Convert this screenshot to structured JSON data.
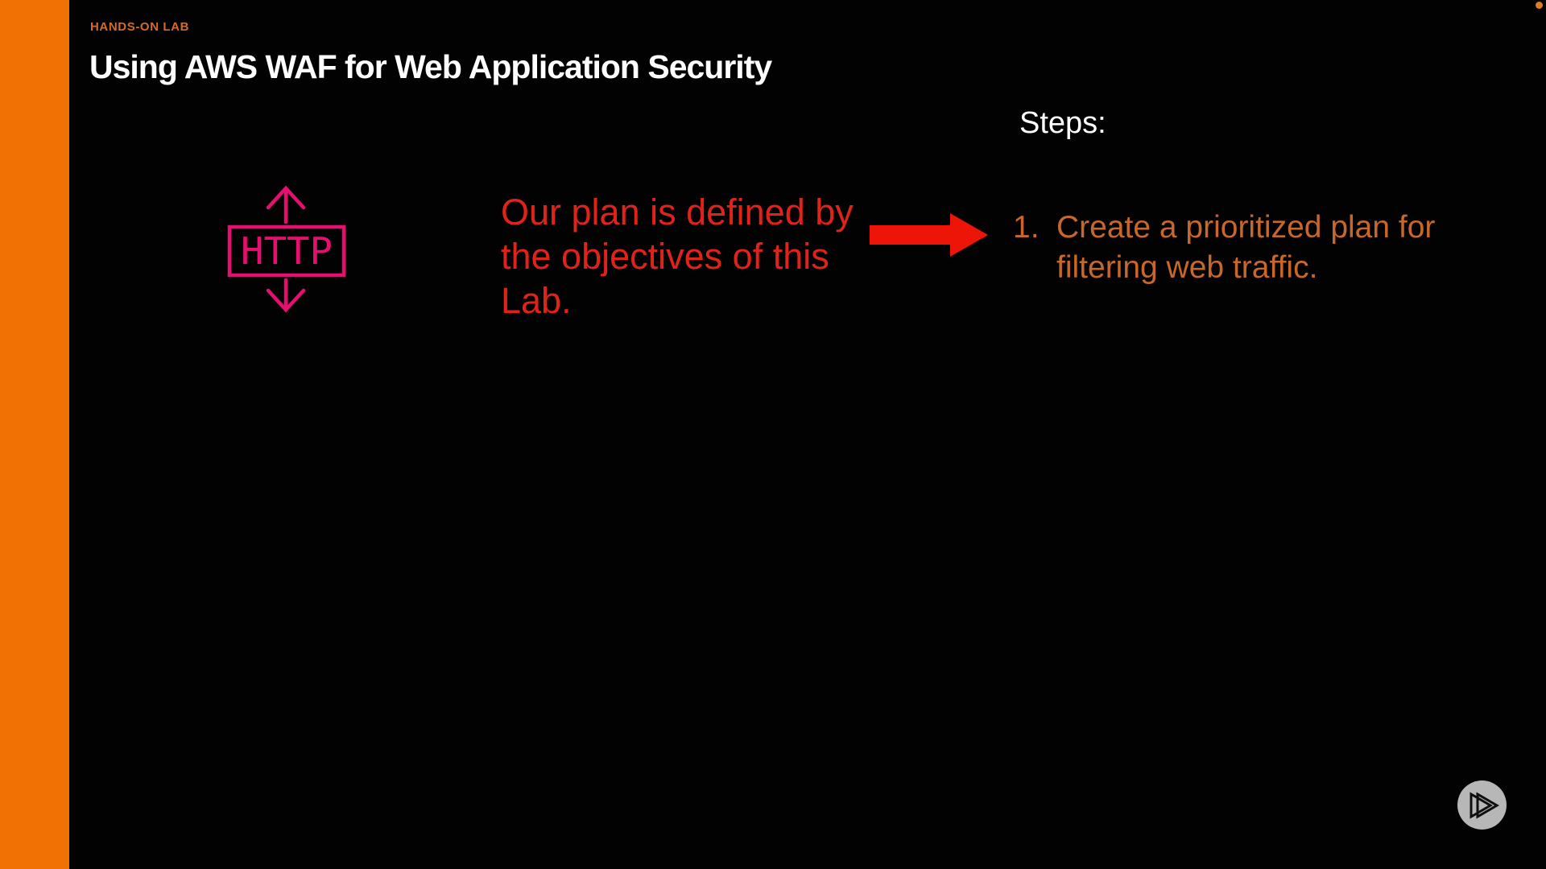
{
  "window": {
    "background_color": "#020202"
  },
  "sidebar": {
    "accent_color": "#F17105"
  },
  "header": {
    "eyebrow": "HANDS-ON LAB",
    "eyebrow_color": "#D16C2A",
    "title": "Using AWS WAF for Web Application Security",
    "title_color": "#FFFFFF"
  },
  "diagram": {
    "http_icon": {
      "label": "HTTP",
      "color": "#E60F70",
      "icon": "http-traffic-up-down-icon"
    },
    "note": {
      "text": "Our plan is defined by the objectives of this Lab.",
      "lines": [
        "Our plan is defined by",
        "the objectives of this",
        "Lab."
      ],
      "color": "#E0231A"
    },
    "arrow": {
      "icon": "arrow-right-icon",
      "color": "#ED1507"
    }
  },
  "steps": {
    "heading": "Steps:",
    "heading_color": "#FFFFFF",
    "item_color": "#C7682A",
    "items": [
      {
        "number": "1.",
        "text": "Create a prioritized plan for filtering web traffic.",
        "lines": [
          "Create a prioritized plan for",
          "filtering web traffic."
        ]
      }
    ]
  },
  "controls": {
    "next_button": {
      "icon": "play-forward-icon",
      "background_color": "#B7B7B7",
      "glyph_color": "#0F0F0F"
    }
  },
  "indicators": {
    "recording_dot_color": "#DE7D1F"
  }
}
